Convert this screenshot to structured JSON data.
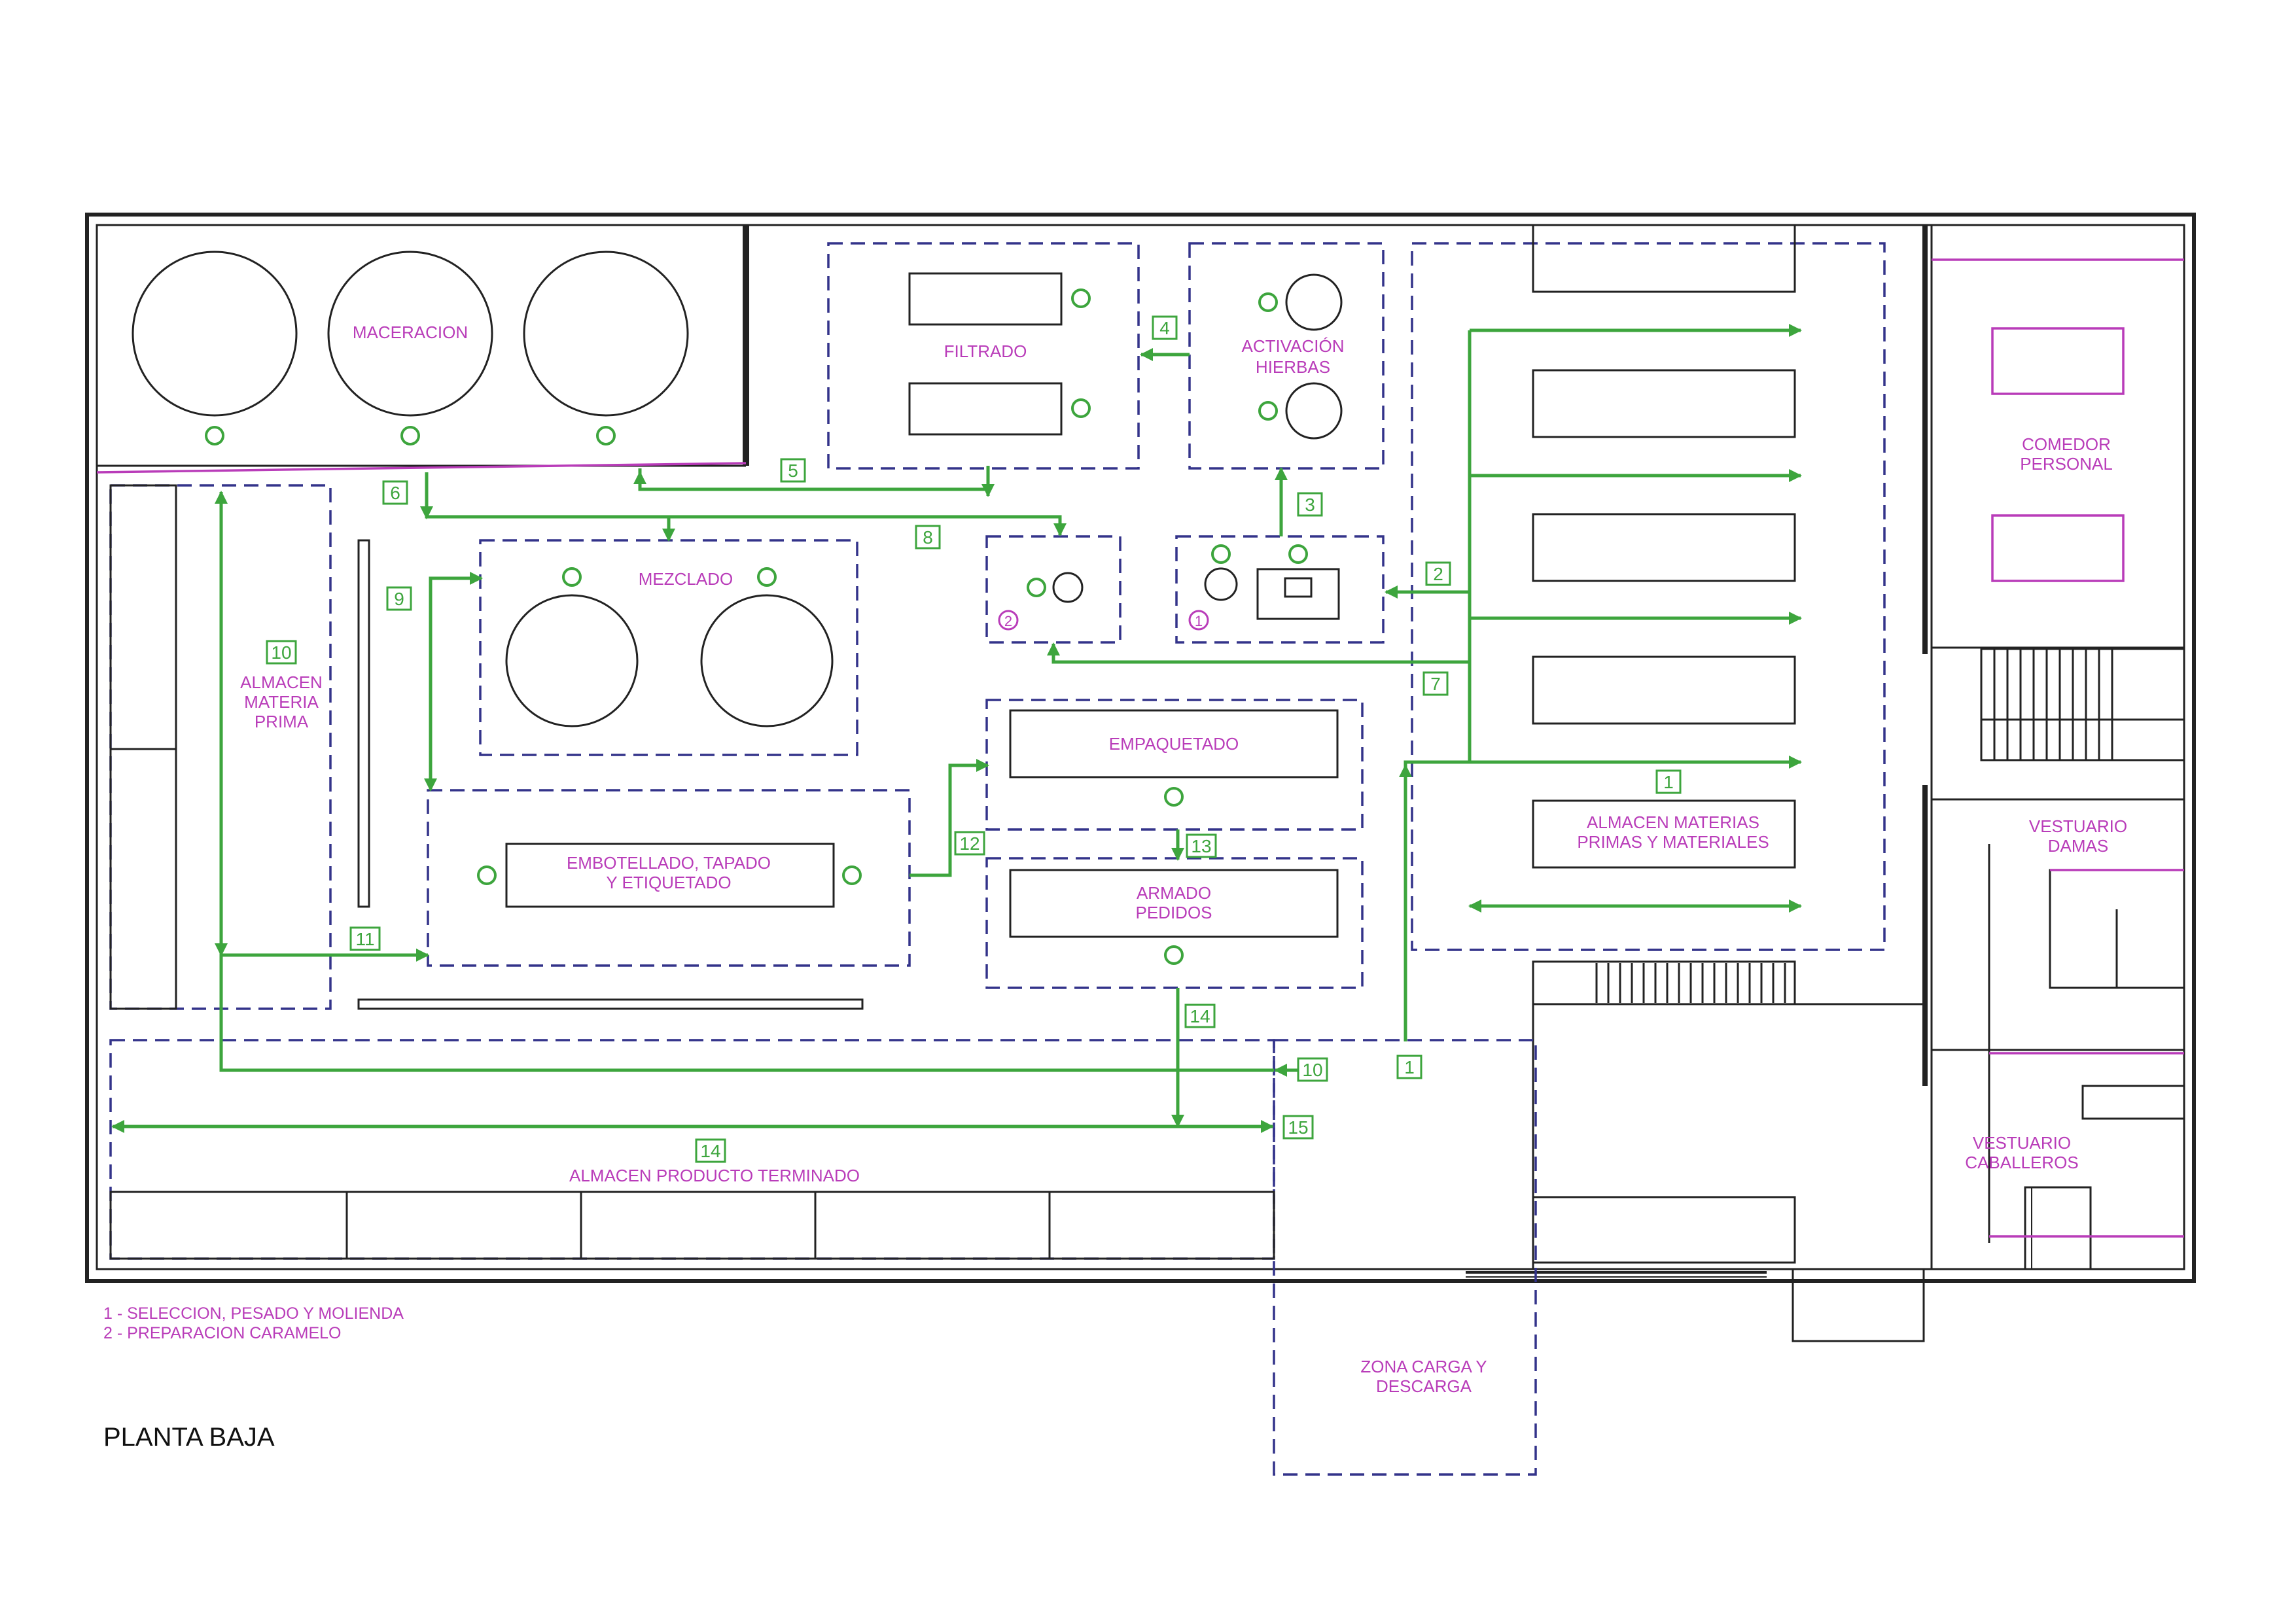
{
  "title": "PLANTA BAJA",
  "areas": {
    "maceracion": "MACERACION",
    "filtrado": "FILTRADO",
    "activacion_1": "ACTIVACIÓN",
    "activacion_2": "HIERBAS",
    "mezclado": "MEZCLADO",
    "almacen_mp_1": "ALMACEN",
    "almacen_mp_2": "MATERIA",
    "almacen_mp_3": "PRIMA",
    "embotellado_1": "EMBOTELLADO, TAPADO",
    "embotellado_2": "Y ETIQUETADO",
    "empaquetado": "EMPAQUETADO",
    "armado_1": "ARMADO",
    "armado_2": "PEDIDOS",
    "almacen_materias_1": "ALMACEN MATERIAS",
    "almacen_materias_2": "PRIMAS Y MATERIALES",
    "almacen_producto": "ALMACEN PRODUCTO TERMINADO",
    "zona_carga_1": "ZONA CARGA Y",
    "zona_carga_2": "DESCARGA",
    "comedor_1": "COMEDOR",
    "comedor_2": "PERSONAL",
    "vest_damas_1": "VESTUARIO",
    "vest_damas_2": "DAMAS",
    "vest_cab_1": "VESTUARIO",
    "vest_cab_2": "CABALLEROS"
  },
  "circle_markers": {
    "one": "1",
    "two": "2"
  },
  "flow_numbers": {
    "n1_top": "1",
    "n1_bottom": "1",
    "n2": "2",
    "n3": "3",
    "n4": "4",
    "n5": "5",
    "n6": "6",
    "n7": "7",
    "n8": "8",
    "n9": "9",
    "n10_top": "10",
    "n10_bottom": "10",
    "n11": "11",
    "n12": "12",
    "n13": "13",
    "n14_top": "14",
    "n14_bottom": "14",
    "n15": "15"
  },
  "legend": {
    "line1": "1 - SELECCION, PESADO Y MOLIENDA",
    "line2": "2 - PREPARACION CARAMELO"
  },
  "colors": {
    "flow": "#3da53d",
    "labels": "#b93cb9",
    "areas": "#33338a",
    "walls": "#222222"
  }
}
